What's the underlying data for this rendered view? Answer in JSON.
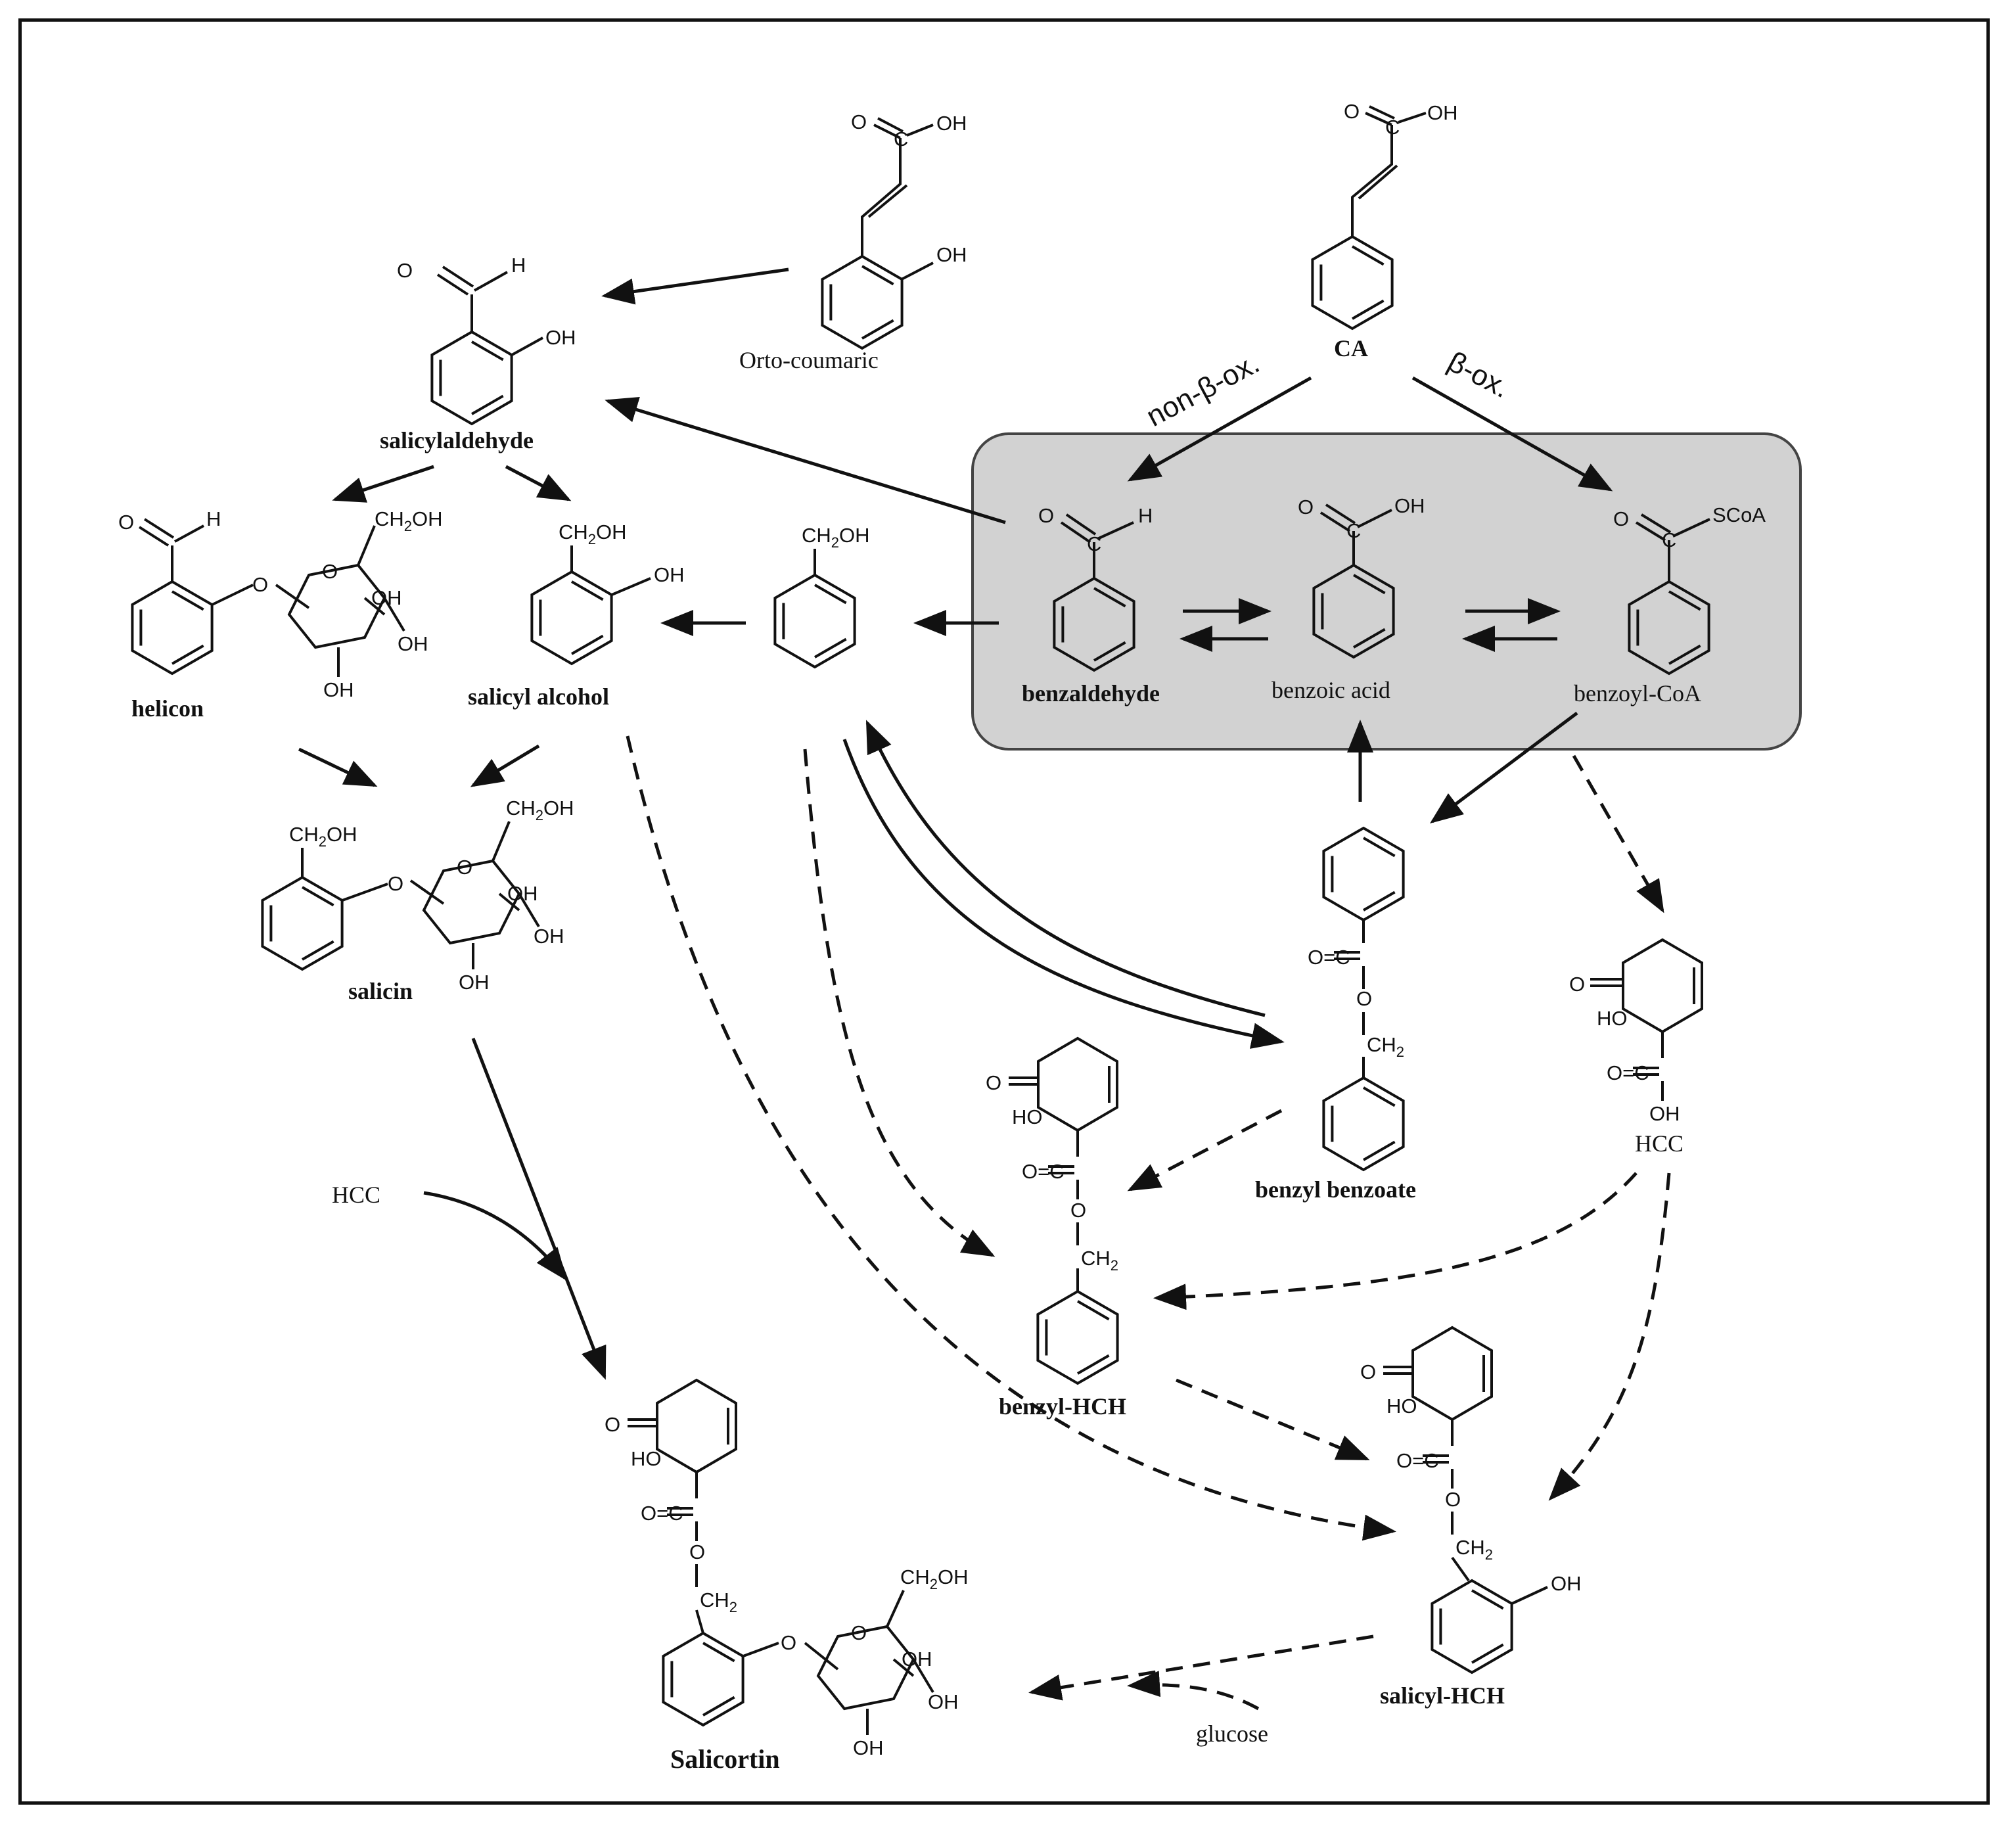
{
  "groups": {
    "OH": "OH",
    "O": "O",
    "H": "H",
    "C": "C",
    "CH": "CH",
    "two": "2",
    "SCoA": "SCoA",
    "HO": "HO",
    "CO": "O=C",
    "Oeq": "O="
  },
  "compounds": {
    "orto_coumaric": "Orto-coumaric",
    "ca": "CA",
    "salicylaldehyde": "salicylaldehyde",
    "helicon": "helicon",
    "salicyl_alcohol": "salicyl alcohol",
    "salicin": "salicin",
    "benzaldehyde": "benzaldehyde",
    "benzoic_acid": "benzoic acid",
    "benzoyl_coa": "benzoyl-CoA",
    "benzyl_benzoate": "benzyl benzoate",
    "hcc": "HCC",
    "benzyl_hch": "benzyl-HCH",
    "salicyl_hch": "salicyl-HCH",
    "salicortin": "Salicortin",
    "glucose": "glucose",
    "hcc_input": "HCC"
  },
  "pathways": {
    "non_beta_ox": "non-β-ox.",
    "beta_ox": "β-ox."
  },
  "colors": {
    "line": "#111111",
    "highlight_box": "#d2d2d2",
    "highlight_border": "#444444",
    "background": "#ffffff"
  }
}
